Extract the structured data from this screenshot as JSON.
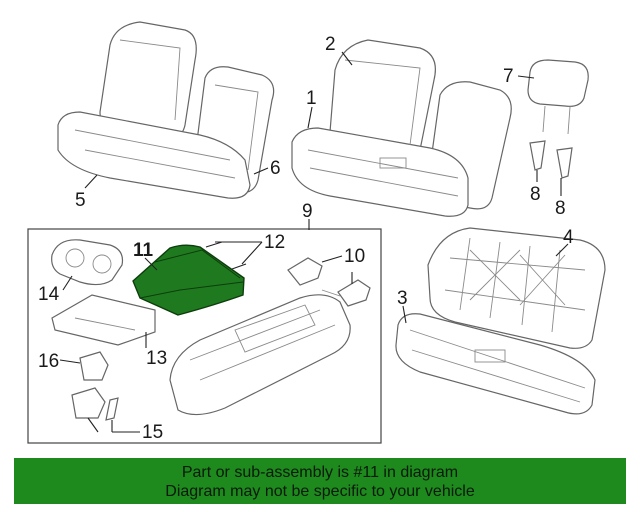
{
  "diagram": {
    "callouts": {
      "c1": "1",
      "c2": "2",
      "c3": "3",
      "c4": "4",
      "c5": "5",
      "c6": "6",
      "c7": "7",
      "c8a": "8",
      "c8b": "8",
      "c9": "9",
      "c10": "10",
      "c11": "11",
      "c12": "12",
      "c13": "13",
      "c14": "14",
      "c15": "15",
      "c16": "16"
    },
    "highlighted_part": "11",
    "colors": {
      "highlight": "#1f7a1f",
      "banner": "#1e8a1e",
      "line": "#666666"
    }
  },
  "banner": {
    "line1": "Part or sub-assembly is #11 in diagram",
    "line2": "Diagram may not be specific to your vehicle"
  }
}
